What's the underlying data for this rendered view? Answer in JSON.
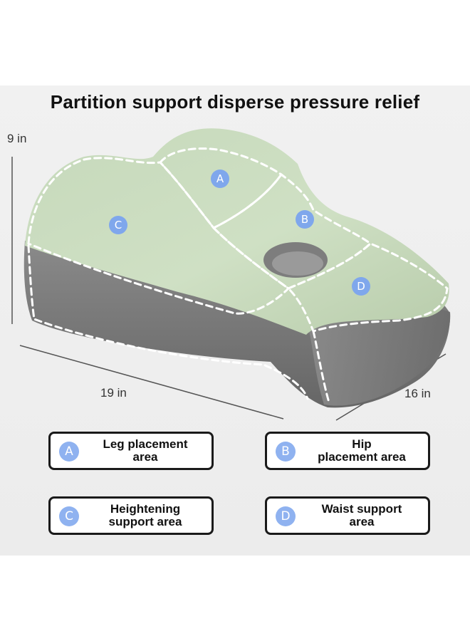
{
  "title": "Partition support disperse pressure relief",
  "dimensions": {
    "height": "9 in",
    "length": "19 in",
    "width": "16 in"
  },
  "zones": [
    {
      "letter": "A",
      "label": "Leg placement\narea"
    },
    {
      "letter": "B",
      "label": "Hip\nplacement area"
    },
    {
      "letter": "C",
      "label": "Heightening\nsupport area"
    },
    {
      "letter": "D",
      "label": "Waist support\narea"
    }
  ],
  "colors": {
    "cushion_top": "#c9dcbd",
    "cushion_base": "#7c7c7c",
    "badge": "#8fb2f0"
  }
}
